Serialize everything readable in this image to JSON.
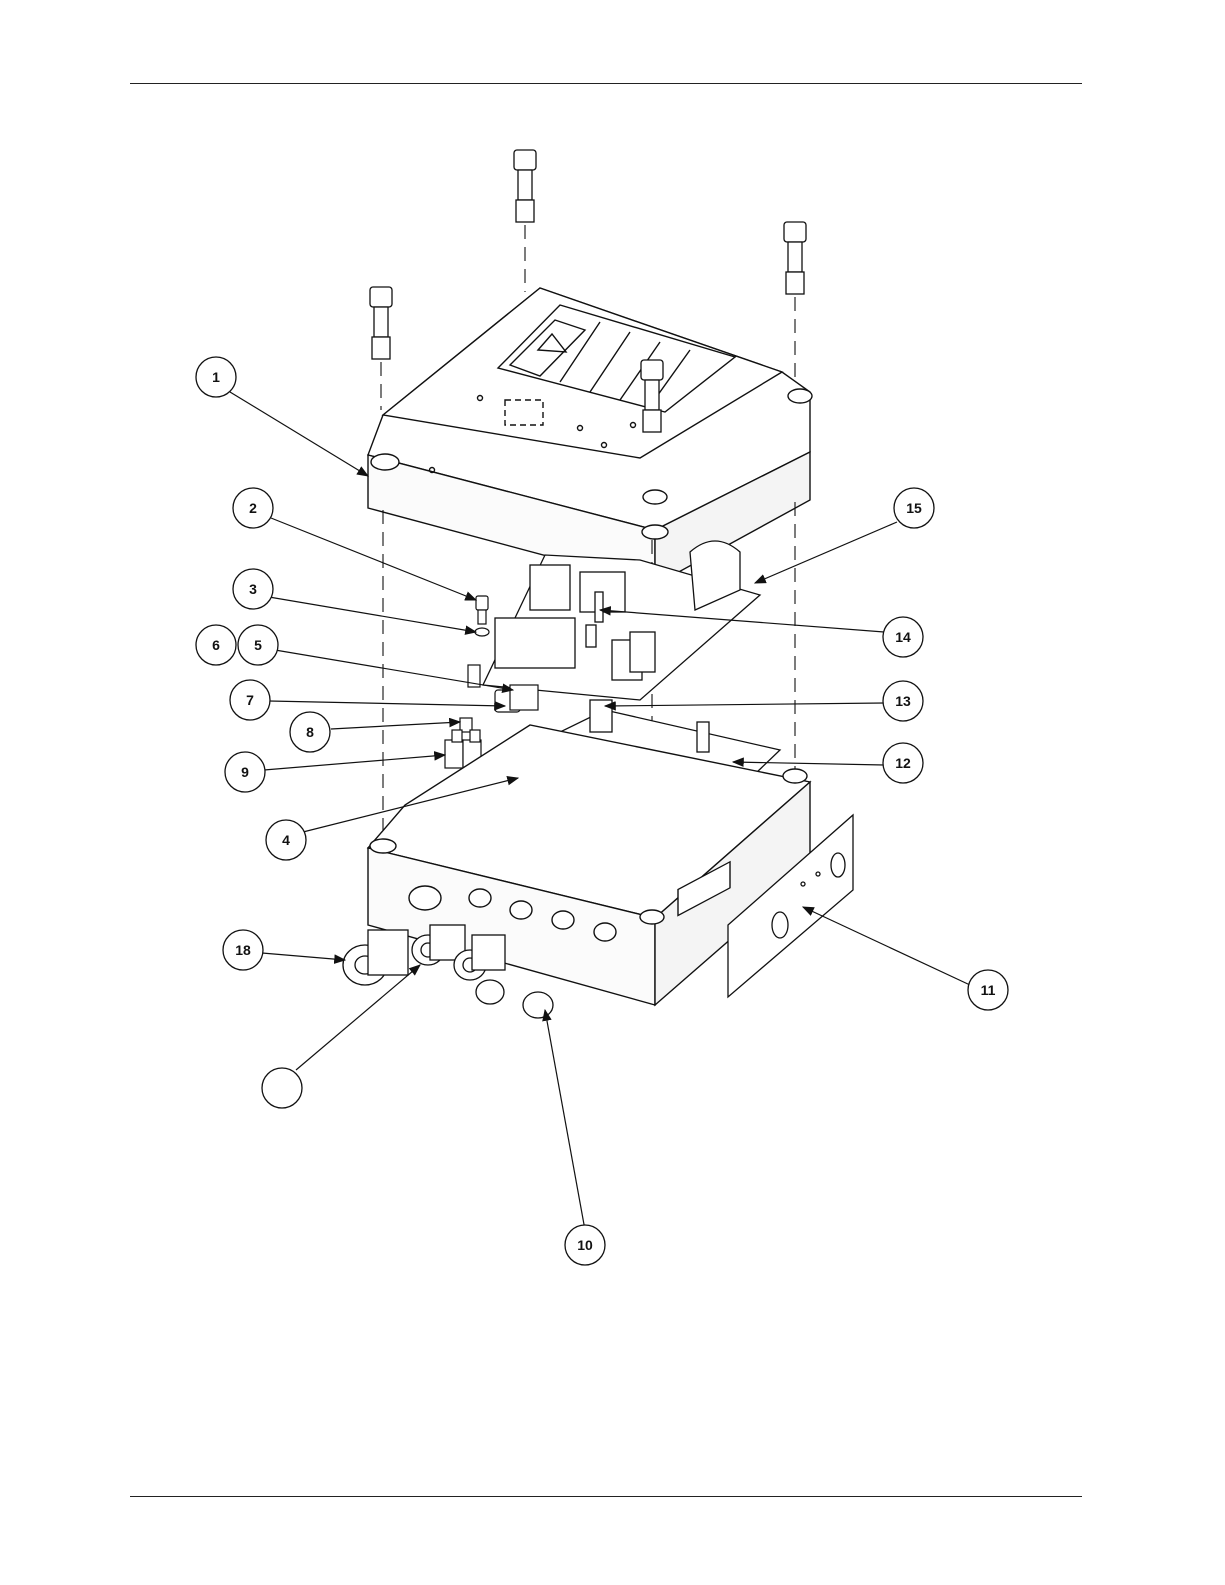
{
  "callouts": [
    {
      "id": "c1",
      "label": "1"
    },
    {
      "id": "c2",
      "label": "2"
    },
    {
      "id": "c3",
      "label": "3"
    },
    {
      "id": "c4",
      "label": "4"
    },
    {
      "id": "c5",
      "label": "5"
    },
    {
      "id": "c6",
      "label": "6"
    },
    {
      "id": "c7",
      "label": "7"
    },
    {
      "id": "c8",
      "label": "8"
    },
    {
      "id": "c9",
      "label": "9"
    },
    {
      "id": "c10",
      "label": "10"
    },
    {
      "id": "c11",
      "label": "11"
    },
    {
      "id": "c12",
      "label": "12"
    },
    {
      "id": "c13",
      "label": "13"
    },
    {
      "id": "c14",
      "label": "14"
    },
    {
      "id": "c15",
      "label": "15"
    },
    {
      "id": "c18",
      "label": "18"
    },
    {
      "id": "cblank",
      "label": ""
    }
  ]
}
